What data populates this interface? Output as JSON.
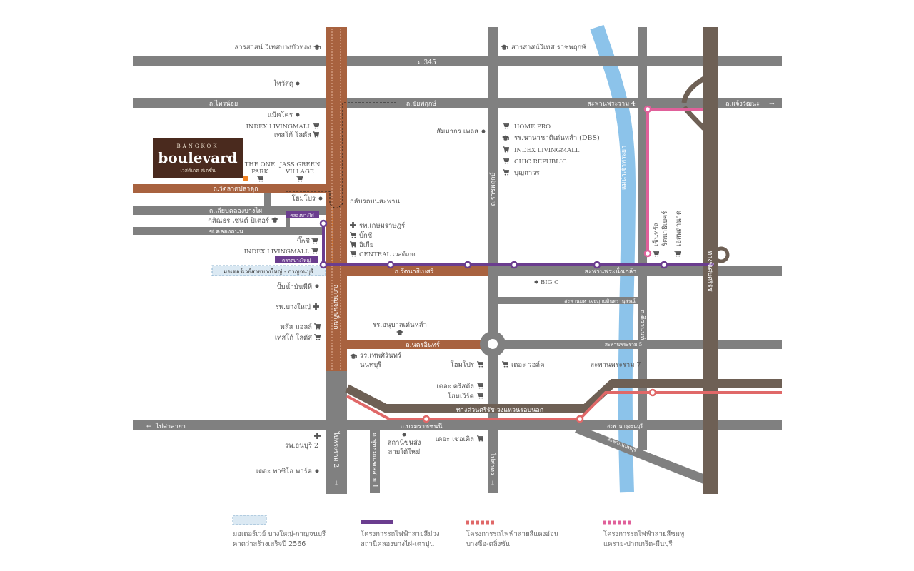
{
  "colors": {
    "road": "#808080",
    "brown_road": "#a8623f",
    "expressway": "#6e6055",
    "river": "#8cc3ea",
    "purple": "#6b3d8f",
    "red": "#e06868",
    "pink": "#e0609a",
    "logo_bg": "#4a2a1e",
    "orange": "#f08020"
  },
  "logo": {
    "top": "BANGKOK",
    "main": "boulevard",
    "sub": "เวสต์เกต สเตชั่น"
  },
  "roads": {
    "r345": "ถ.345",
    "sainoi": "ถ.ไทรน้อย",
    "chaiyaphruek": "ถ.ชัยพฤกษ์",
    "rama4_bridge": "สะพานพระราม 4",
    "chaengwattana": "ถ.แจ้งวัฒนะ",
    "watladpladuk": "ถ.วัดลาดปลาดุก",
    "liabkhlong": "ถ.เลียบคลองบางไผ่",
    "khlongthanon": "ซ.คลองถนน",
    "rattanathibet": "ถ.รัตนาธิเบศร์",
    "phranangklao": "สะพานพระนั่งเกล้า",
    "mahachesada": "สะพานมหาเจษฎาบดินทรานุสรณ์",
    "nakhonin": "ถ.นครอินทร์",
    "rama5": "สะพานพระราม 5",
    "rama7": "สะพานพระราม 7",
    "expressway": "ทางด่วนศรีรัช-วงแหวนรอบนอก",
    "borommaratchachonnani": "ถ.บรมราชชนนี",
    "krungthon": "สะพานกรุงธนบุรี",
    "diag_bridge": "สะพานนนทบุรี",
    "to_salaya": "ไปศาลายา",
    "kanchanaphisek": "ถ.กาญจนาภิเษก",
    "to_rama2": "ไปพระราม 2",
    "phutthamonthon": "ถ.พุทธมณฑลสาย 1",
    "to_sathorn": "ไปสาทร",
    "ratchaphruek": "ถ.ราชพฤกษ์",
    "river": "แม่น้ำเจ้าพระยา",
    "tiwanon": "ถ.ติวานนท์",
    "sirat": "ทางพิเศษศรีรัช",
    "uturn": "กลับรถบนสะพาน",
    "motorway": "มอเตอร์เวย์สายบางใหญ่ - กาญจนบุรี"
  },
  "stations": {
    "khlongbangphai": "คลองบางไผ่",
    "taladbangyai": "ตลาดบางใหญ่"
  },
  "pois": {
    "sarasas_bbt": "สารสาสน์ วิเทศบางบัวทอง",
    "thaiwatsadu": "ไทวัสดุ",
    "makro": "แม็คโคร",
    "index1": "INDEX LIVINGMALL",
    "tesco1": "เทสโก้ โลตัส",
    "theone": [
      "THE ONE",
      "PARK"
    ],
    "jass": [
      "JASS GREEN",
      "VILLAGE"
    ],
    "homepro1": "โฮมโปร",
    "kasintorn": "กสิณธร เซนต์ ปีเตอร์",
    "bigc1": "บิ๊กซี",
    "index2": "INDEX LIVINGMALL",
    "kasemrad": "รพ.เกษมราษฎร์",
    "bigc2": "บิ๊กซี",
    "ikea": "อิเกีย",
    "central": "CENTRAL เวสต์เกต",
    "pt": "ปั๊มน้ำมันพีที",
    "bangyai_hosp": "รพ.บางใหญ่",
    "plus": "พลัส มอลล์",
    "tesco2": "เทสโก้ โลตัส",
    "anuban": "รร.อนุบาลเด่นหล้า",
    "thepsirin": [
      "รร.เทพศิรินทร์",
      "นนทบุรี"
    ],
    "homepro2": "โฮมโปร",
    "thewalk": "เดอะ วอล์ค",
    "crystal": "เดอะ คริสตัล",
    "homework": "โฮมเวิร์ค",
    "circle": "เดอะ เซอเคิล",
    "bus": [
      "สถานีขนส่ง",
      "สายใต้ใหม่"
    ],
    "thonburi2": "รพ.ธนบุรี 2",
    "pasio": "เดอะ พาซิโอ พาร์ค",
    "bigc3": "BIG C",
    "sammakorn": "สัมมากร เพลส",
    "sarasas_rp": "สารสาสน์วิเทศ ราชพฤกษ์",
    "homepro3": "HOME PRO",
    "dbs": "รร.นานาชาติเด่นหล้า (DBS)",
    "index3": "INDEX LIVINGMALL",
    "chic": "CHIC REPUBLIC",
    "boonthavorn": "บุญถาวร",
    "central_rattana": [
      "เซ็นทรัล",
      "รัตนาธิเบศร์"
    ],
    "esplanade": "เอสพลานาด"
  },
  "legend": [
    {
      "line1": "มอเตอร์เวย์ บางใหญ่-กาญจนบุรี",
      "line2": "คาดว่าสร้างเสร็จปี 2566"
    },
    {
      "line1": "โครงการรถไฟฟ้าสายสีม่วง",
      "line2": "สถานีคลองบางไผ่-เตาปูน"
    },
    {
      "line1": "โครงการรถไฟฟ้าสายสีแดงอ่อน",
      "line2": "บางซื่อ-ตลิ่งชัน"
    },
    {
      "line1": "โครงการรถไฟฟ้าสายสีชมพู",
      "line2": "แคราย-ปากเกร็ด-มีนบุรี"
    }
  ]
}
